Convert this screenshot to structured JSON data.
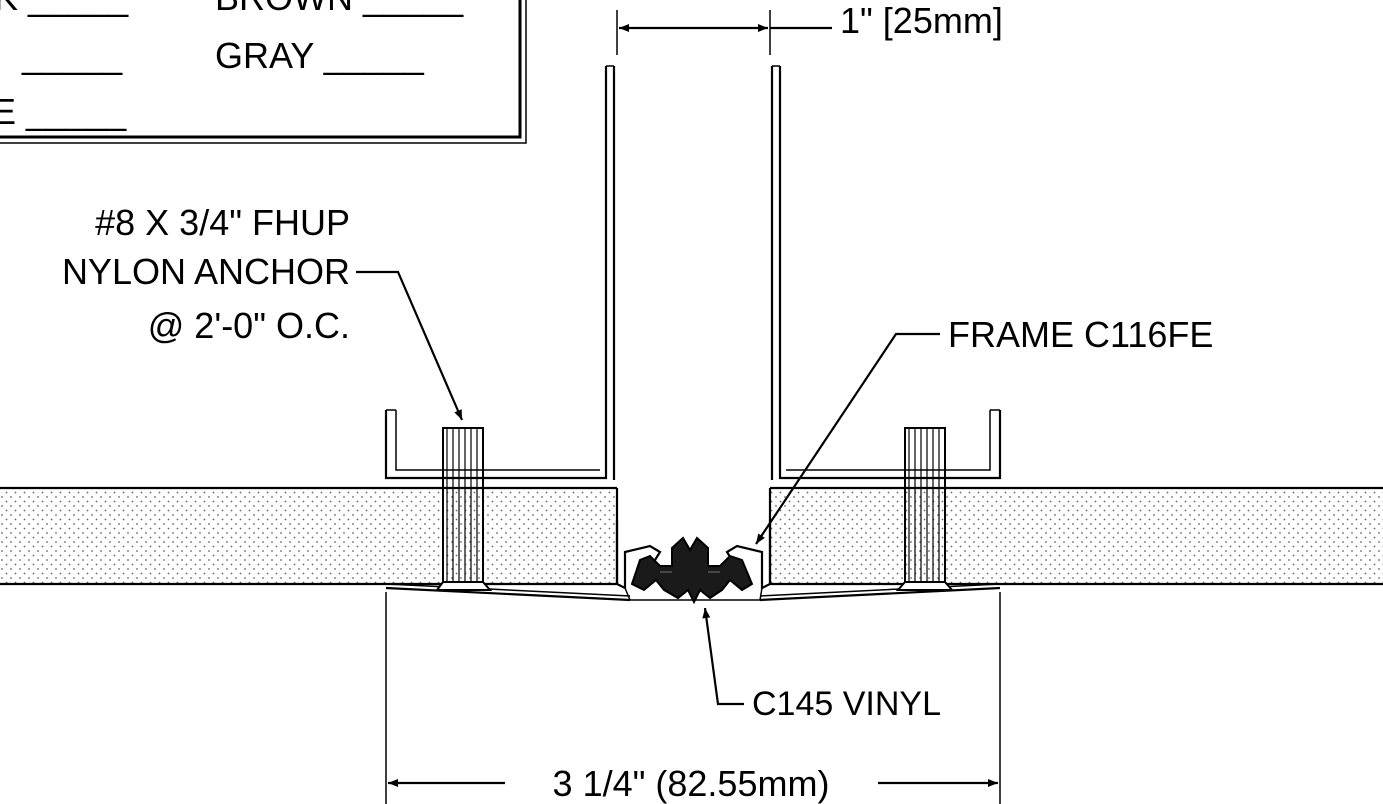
{
  "legend": {
    "rows": [
      {
        "left": "K _____",
        "right": "BROWN _____"
      },
      {
        "left": "_____",
        "right": "GRAY _____"
      },
      {
        "left": "E _____",
        "right": ""
      }
    ]
  },
  "dimensions": {
    "top": "1\" [25mm]",
    "bottom": "3 1/4\" (82.55mm)"
  },
  "callouts": {
    "anchor": [
      "#8 X 3/4\" FHUP",
      "NYLON ANCHOR",
      "@ 2'-0\" O.C."
    ],
    "frame": "FRAME C116FE",
    "vinyl": "C145 VINYL"
  },
  "colors": {
    "line": "#000000",
    "background": "#ffffff"
  }
}
